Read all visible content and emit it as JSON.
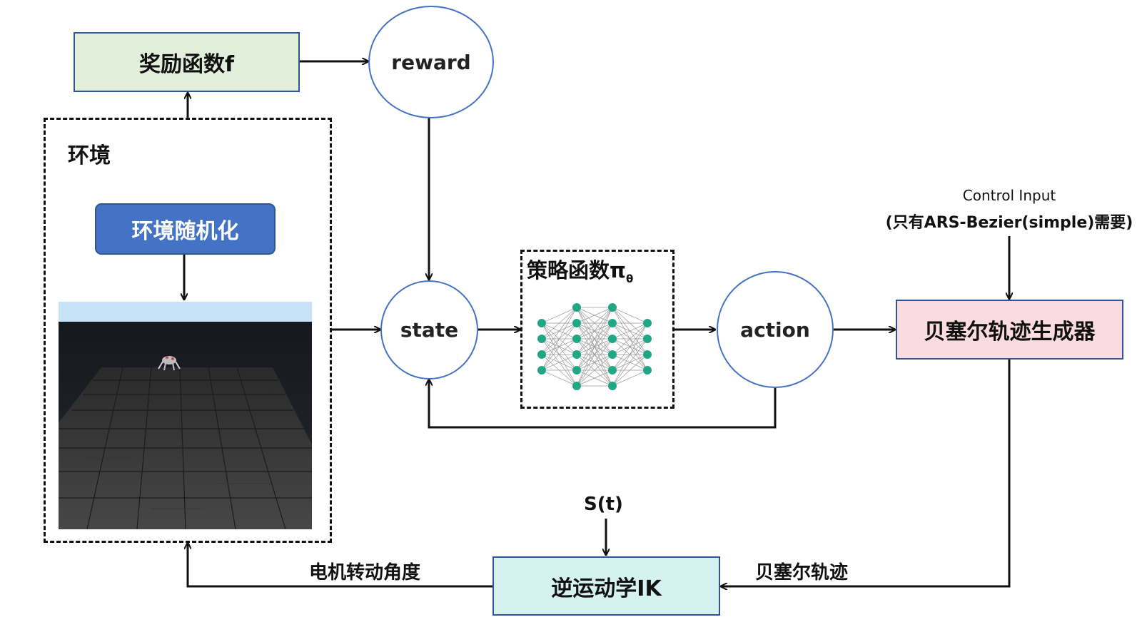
{
  "nodes": {
    "reward_fn": "奖励函数f",
    "reward": "reward",
    "environment": "环境",
    "domain_rand": "环境随机化",
    "state": "state",
    "policy": "策略函数π",
    "policy_sub": "θ",
    "action": "action",
    "bezier_gen": "贝塞尔轨迹生成器",
    "ik": "逆运动学IK"
  },
  "labels": {
    "control_input_1": "Control Input",
    "control_input_2": "(只有ARS-Bezier(simple)需要)",
    "st": "S(t)",
    "bezier_traj": "贝塞尔轨迹",
    "motor_angle": "电机转动角度"
  },
  "colors": {
    "reward_fill": "#e2efda",
    "reward_border": "#2f5597",
    "rand_fill": "#4472c4",
    "circle_border": "#4472c4",
    "bezier_fill": "#fadbe1",
    "bezier_border": "#2f5597",
    "ik_fill": "#d5f2f0",
    "ik_border": "#2f5597",
    "nn_node": "#20a884",
    "sky": "#c7e3f7",
    "floor": "#3a3a3a"
  },
  "network": {
    "layers": [
      4,
      6,
      6,
      4
    ]
  }
}
